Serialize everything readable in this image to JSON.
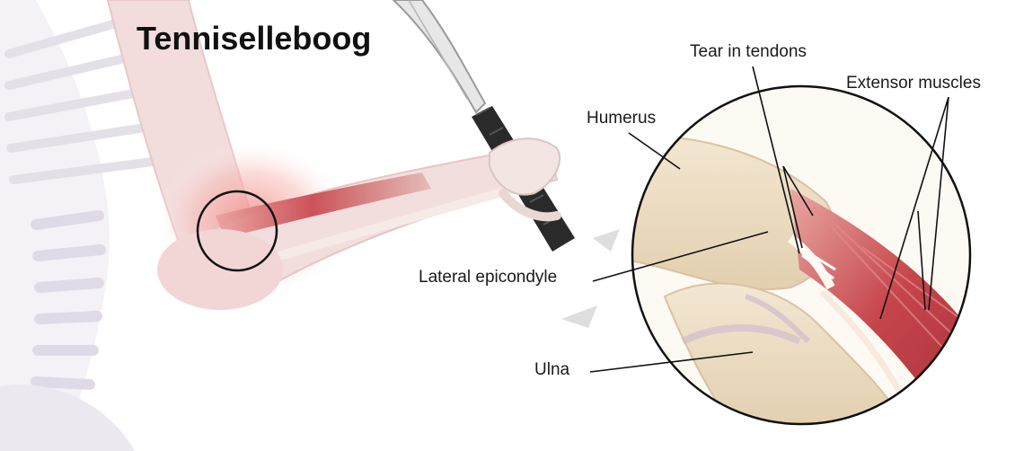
{
  "diagram": {
    "title": "Tenniselleboog",
    "labels": {
      "tear_in_tendons": "Tear in tendons",
      "extensor_muscles": "Extensor muscles",
      "humerus": "Humerus",
      "lateral_epicondyle": "Lateral epicondyle",
      "ulna": "Ulna"
    },
    "colors": {
      "bone": "#eedfc6",
      "bone_shadow": "#d9c4a2",
      "muscle": "#c8434a",
      "inflammation": "#f4a6a0",
      "skeleton_faded": "#d8d3dc",
      "racket_grip": "#2a2a2a",
      "leader_line": "#111111",
      "circle_outline": "#111111"
    }
  }
}
